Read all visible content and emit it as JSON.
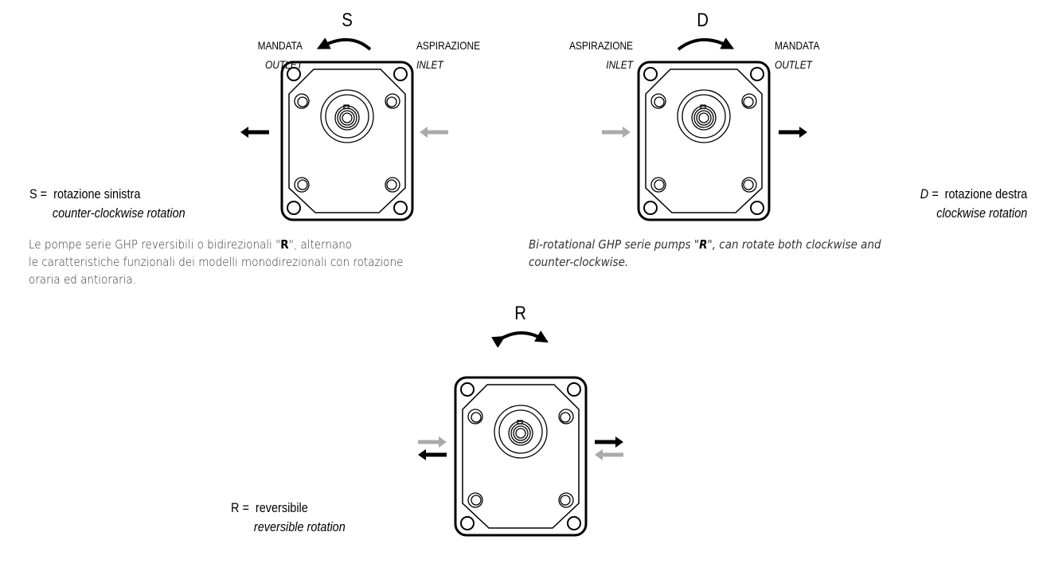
{
  "left_diagram": {
    "letter": "S",
    "left_label": "MANDATA",
    "left_sub": "OUTLET",
    "right_label": "ASPIRAZIONE",
    "right_sub": "INLET"
  },
  "right_diagram": {
    "letter": "D",
    "left_label": "ASPIRAZIONE",
    "left_sub": "INLET",
    "right_label": "MANDATA",
    "right_sub": "OUTLET"
  },
  "bottom_diagram": {
    "letter": "R"
  },
  "legend": {
    "s": {
      "key": "S =",
      "it": "rotazione sinistra",
      "en": "counter-clockwise rotation"
    },
    "d": {
      "key": "D =",
      "it": "rotazione destra",
      "en": "clockwise rotation"
    },
    "r": {
      "key": "R =",
      "it": "reversibile",
      "en": "reversible rotation"
    }
  },
  "text": {
    "it_line1_a": "Le pompe serie GHP reversibili o bidirezionali \"",
    "it_line1_r": "R",
    "it_line1_b": "\", alternano",
    "it_line2": "le caratteristiche funzionali dei modelli monodirezionali con rotazione",
    "it_line3": "oraria ed antioraria.",
    "en_line1_a": "Bi-rotational GHP serie pumps \"",
    "en_line1_r": "R",
    "en_line1_b": "\", can rotate both clockwise and",
    "en_line2": "counter-clockwise."
  },
  "colors": {
    "outlet_arrow": "#000000",
    "inlet_arrow": "#aaaaaa"
  }
}
